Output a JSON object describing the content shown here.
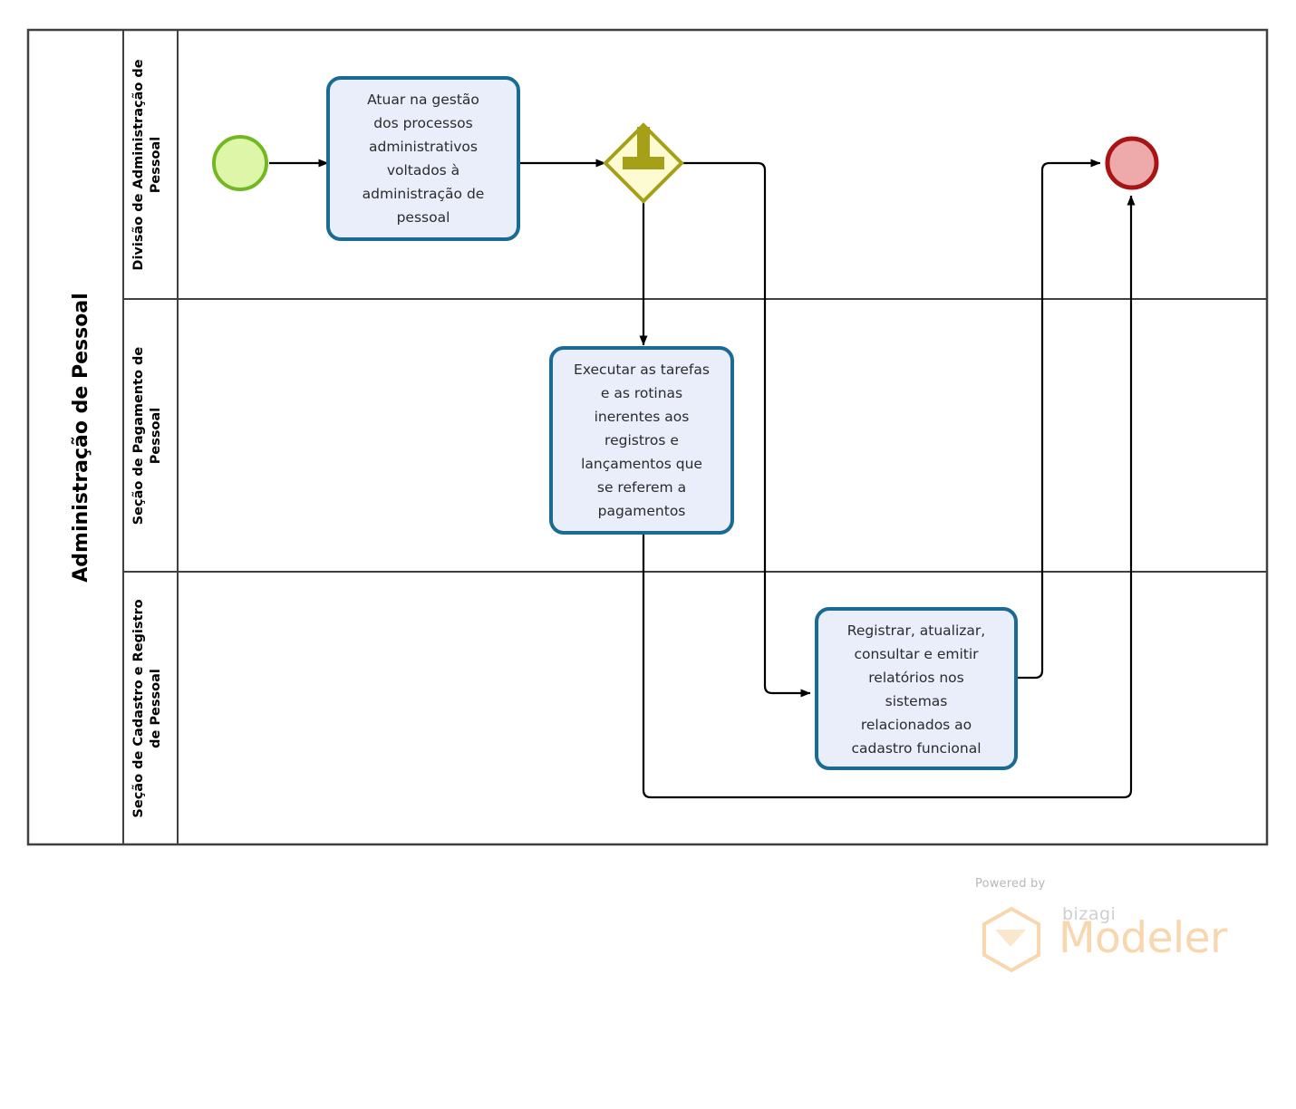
{
  "diagram": {
    "type": "bpmn-process",
    "pool": {
      "name": "Administração de Pessoal",
      "lanes": [
        {
          "name": "Divisão de Administração de Pessoal"
        },
        {
          "name": "Seção de Pagamento de Pessoal"
        },
        {
          "name": "Seção de Cadastro e Registro de Pessoal"
        }
      ]
    },
    "events": {
      "start": {
        "name": "start-event",
        "color": "#ddf6a8",
        "stroke": "#73b723"
      },
      "end": {
        "name": "end-event",
        "color": "#eeaaaa",
        "stroke": "#a81414"
      }
    },
    "gateway": {
      "name": "parallel-gateway",
      "symbol": "plus",
      "fill": "#fdfbd2",
      "stroke": "#a6a019"
    },
    "tasks": [
      {
        "id": "task-1",
        "lane": 0,
        "lines": [
          "Atuar na gestão",
          "dos processos",
          "administrativos",
          "voltados à",
          "administração de",
          "pessoal"
        ]
      },
      {
        "id": "task-2",
        "lane": 1,
        "lines": [
          "Executar as tarefas",
          "e as rotinas",
          "inerentes aos",
          "registros e",
          "lançamentos  que",
          "se referem a",
          "pagamentos"
        ]
      },
      {
        "id": "task-3",
        "lane": 2,
        "lines": [
          "Registrar, atualizar,",
          "consultar e emitir",
          "relatórios nos",
          "sistemas",
          "relacionados ao",
          "cadastro funcional"
        ]
      }
    ],
    "colors": {
      "task_fill": "#eaeefb",
      "task_stroke": "#1a6b93",
      "flow_stroke": "#000000",
      "pool_stroke": "#404040"
    }
  },
  "watermark": {
    "powered_by": "Powered by",
    "brand": "bizagi",
    "product": "Modeler"
  }
}
